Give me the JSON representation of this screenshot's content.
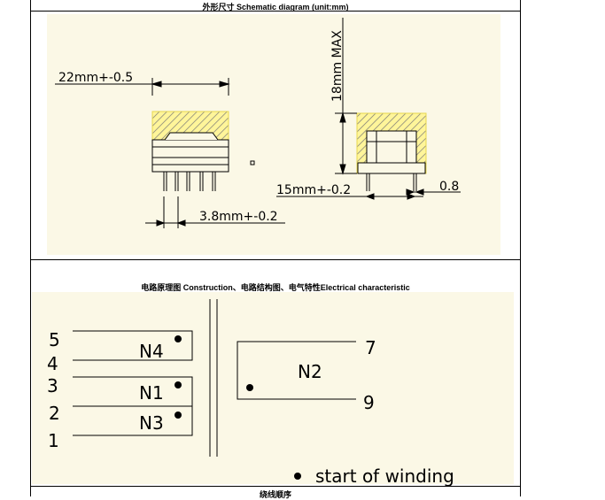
{
  "section1": {
    "caption": "外形尺寸 Schematic diagram (unit:mm)",
    "dims": {
      "width": "22mm+-0.5",
      "height": "18mm MAX",
      "pin_pitch": "3.8mm+-0.2",
      "depth": "15mm+-0.2",
      "pin_dia": "0.8"
    }
  },
  "section2": {
    "caption": "电路原理图 Construction、电路结构图、电气特性Electrical characteristic",
    "windings": {
      "n4": "N4",
      "n1": "N1",
      "n3": "N3",
      "n2": "N2"
    },
    "pins": {
      "p5": "5",
      "p4": "4",
      "p3": "3",
      "p2": "2",
      "p1": "1",
      "p7": "7",
      "p9": "9"
    },
    "legend": "start of winding"
  },
  "section3": {
    "caption": "绕线顺序"
  },
  "colors": {
    "panel": "#fbf8e6",
    "hatch_fill": "#fff59a",
    "line": "#000000"
  }
}
